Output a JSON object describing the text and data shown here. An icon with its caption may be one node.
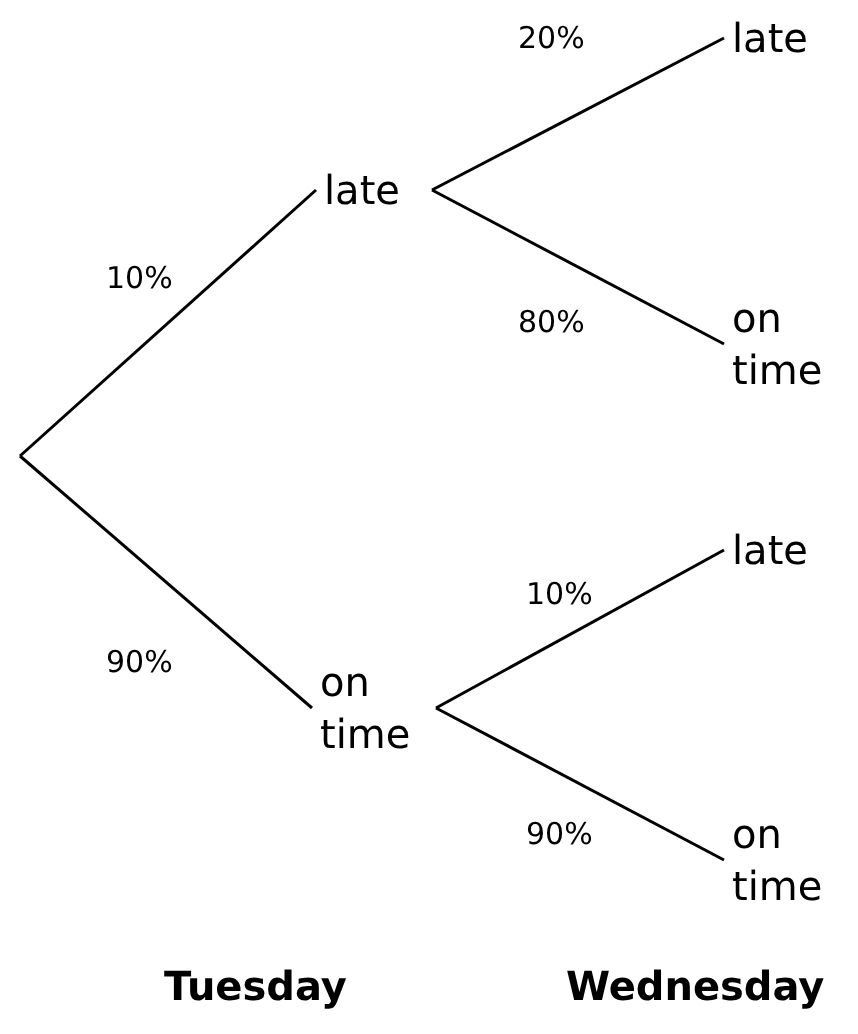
{
  "diagram": {
    "nodes": [
      {
        "text": [
          "late"
        ]
      },
      {
        "text": [
          "on time"
        ]
      },
      {
        "text": [
          "late"
        ]
      },
      {
        "text": [
          "on time"
        ]
      },
      {
        "text": [
          "late"
        ]
      },
      {
        "text": [
          "on time"
        ]
      }
    ],
    "edges": [
      {
        "from": null,
        "to": 0,
        "arrow": "none",
        "label": "10%"
      },
      {
        "from": null,
        "to": 1,
        "arrow": "none",
        "label": "90%"
      },
      {
        "from": 0,
        "to": 2,
        "arrow": "none",
        "label": "20%"
      },
      {
        "from": 0,
        "to": 3,
        "arrow": "none",
        "label": "80%"
      },
      {
        "from": 1,
        "to": 4,
        "arrow": "none",
        "label": "10%"
      },
      {
        "from": 1,
        "to": 5,
        "arrow": "none",
        "label": "90%"
      }
    ],
    "labels": [
      "Tuesday",
      "Wednesday"
    ]
  }
}
